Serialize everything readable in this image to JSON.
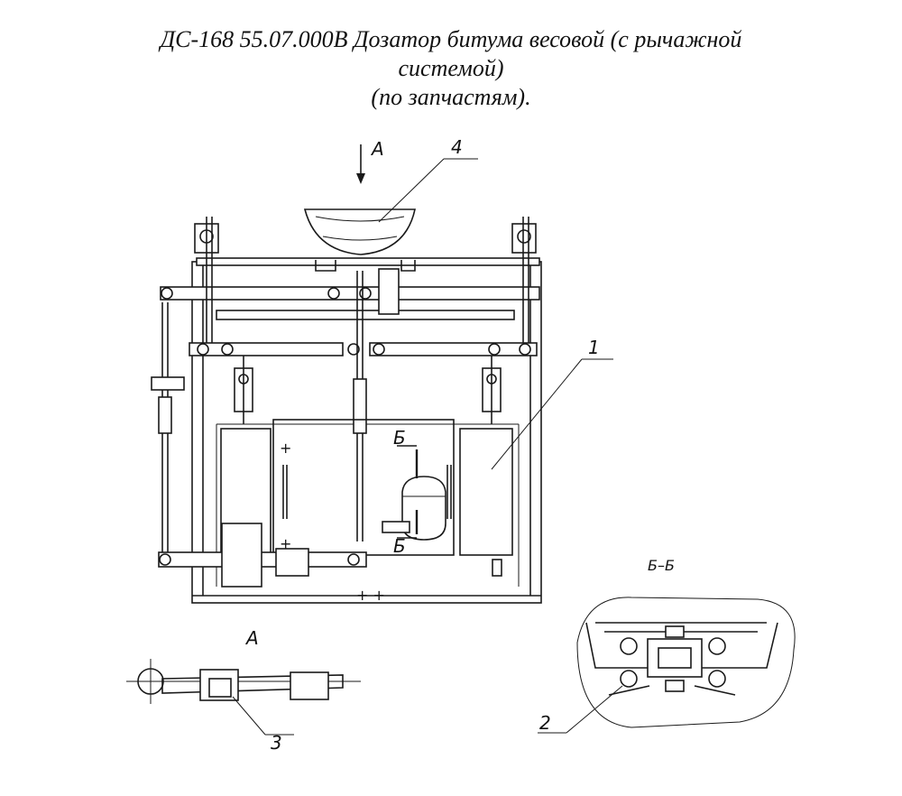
{
  "title": {
    "line1": "ДС-168 55.07.000В Дозатор битума весовой (с рычажной",
    "line2": "системой)",
    "line3": "(по запчастям)."
  },
  "labels": {
    "view_a_arrow": "А",
    "view_a_detail": "А",
    "section_bb": "Б–Б",
    "section_mark_top": "Б",
    "section_mark_bottom": "Б",
    "part_1": "1",
    "part_2": "2",
    "part_3": "3",
    "part_4": "4"
  }
}
